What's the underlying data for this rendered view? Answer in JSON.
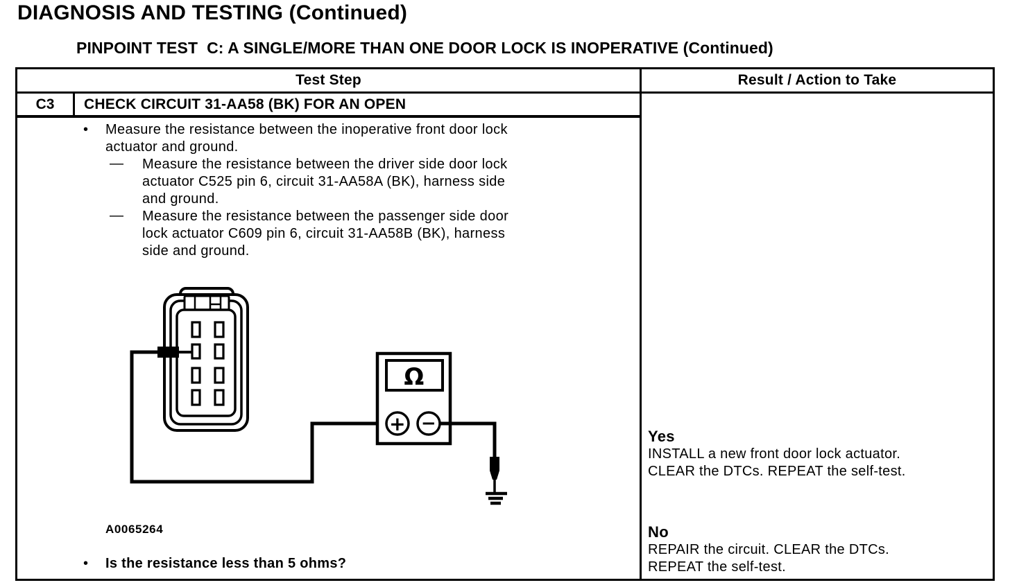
{
  "page": {
    "title": "DIAGNOSIS AND TESTING (Continued)",
    "subtitle": "PINPOINT TEST  C: A SINGLE/MORE THAN ONE DOOR LOCK IS INOPERATIVE (Continued)"
  },
  "table": {
    "test_step_header": "Test Step",
    "result_header": "Result / Action to Take",
    "step_id": "C3",
    "step_title": "CHECK CIRCUIT 31-AA58 (BK) FOR AN OPEN",
    "bullet_char": "•",
    "dash_char": "—",
    "main_bullet_lines": [
      "Measure the resistance between the inoperative front door lock",
      "actuator and ground."
    ],
    "sub_bullet_1_lines": [
      "Measure the resistance between the driver side door lock",
      "actuator C525 pin 6, circuit 31-AA58A (BK), harness side",
      "and ground."
    ],
    "sub_bullet_2_lines": [
      "Measure the resistance between the passenger side door",
      "lock actuator C609 pin 6, circuit 31-AA58B (BK), harness",
      "side and ground."
    ],
    "figure_label": "A0065264",
    "question": "Is the resistance less than 5 ohms?",
    "yes_label": "Yes",
    "yes_action_lines": [
      "INSTALL a new front door lock actuator.",
      "CLEAR the DTCs. REPEAT the self-test."
    ],
    "no_label": "No",
    "no_action_lines": [
      "REPAIR the circuit. CLEAR the DTCs.",
      "REPEAT the self-test."
    ]
  },
  "diagram": {
    "meter_display_symbol": "Ω",
    "positive_terminal_symbol": "+",
    "negative_terminal_symbol": "−"
  },
  "colors": {
    "ink": "#000000",
    "paper": "#ffffff"
  }
}
